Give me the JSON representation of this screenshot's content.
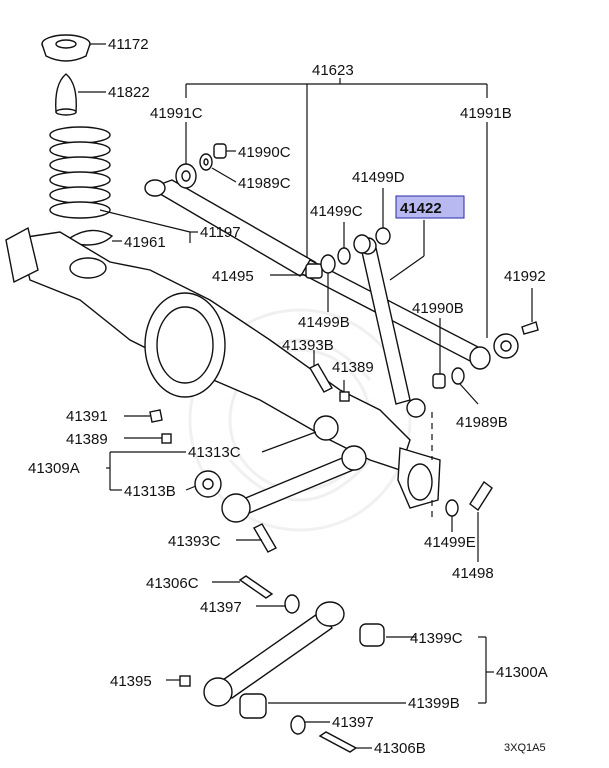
{
  "labels": {
    "p41172": "41172",
    "p41822": "41822",
    "p41623": "41623",
    "p41991C": "41991C",
    "p41991B": "41991B",
    "p41990C": "41990C",
    "p41989C": "41989C",
    "p41499D": "41499D",
    "p41499C": "41499C",
    "p41422": "41422",
    "p41961": "41961",
    "p41197": "41197",
    "p41495": "41495",
    "p41992": "41992",
    "p41499B": "41499B",
    "p41990B": "41990B",
    "p41393B": "41393B",
    "p41389a": "41389",
    "p41989B": "41989B",
    "p41391": "41391",
    "p41389b": "41389",
    "p41313C": "41313C",
    "p41309A": "41309A",
    "p41313B": "41313B",
    "p41393C": "41393C",
    "p41499E": "41499E",
    "p41498": "41498",
    "p41306C": "41306C",
    "p41397a": "41397",
    "p41399C": "41399C",
    "p41300A": "41300A",
    "p41395": "41395",
    "p41399B": "41399B",
    "p41397b": "41397",
    "p41306B": "41306B",
    "diagramCode": "3XQ1A5"
  },
  "highlight": {
    "part": "41422",
    "color": "#b7b9f0"
  }
}
